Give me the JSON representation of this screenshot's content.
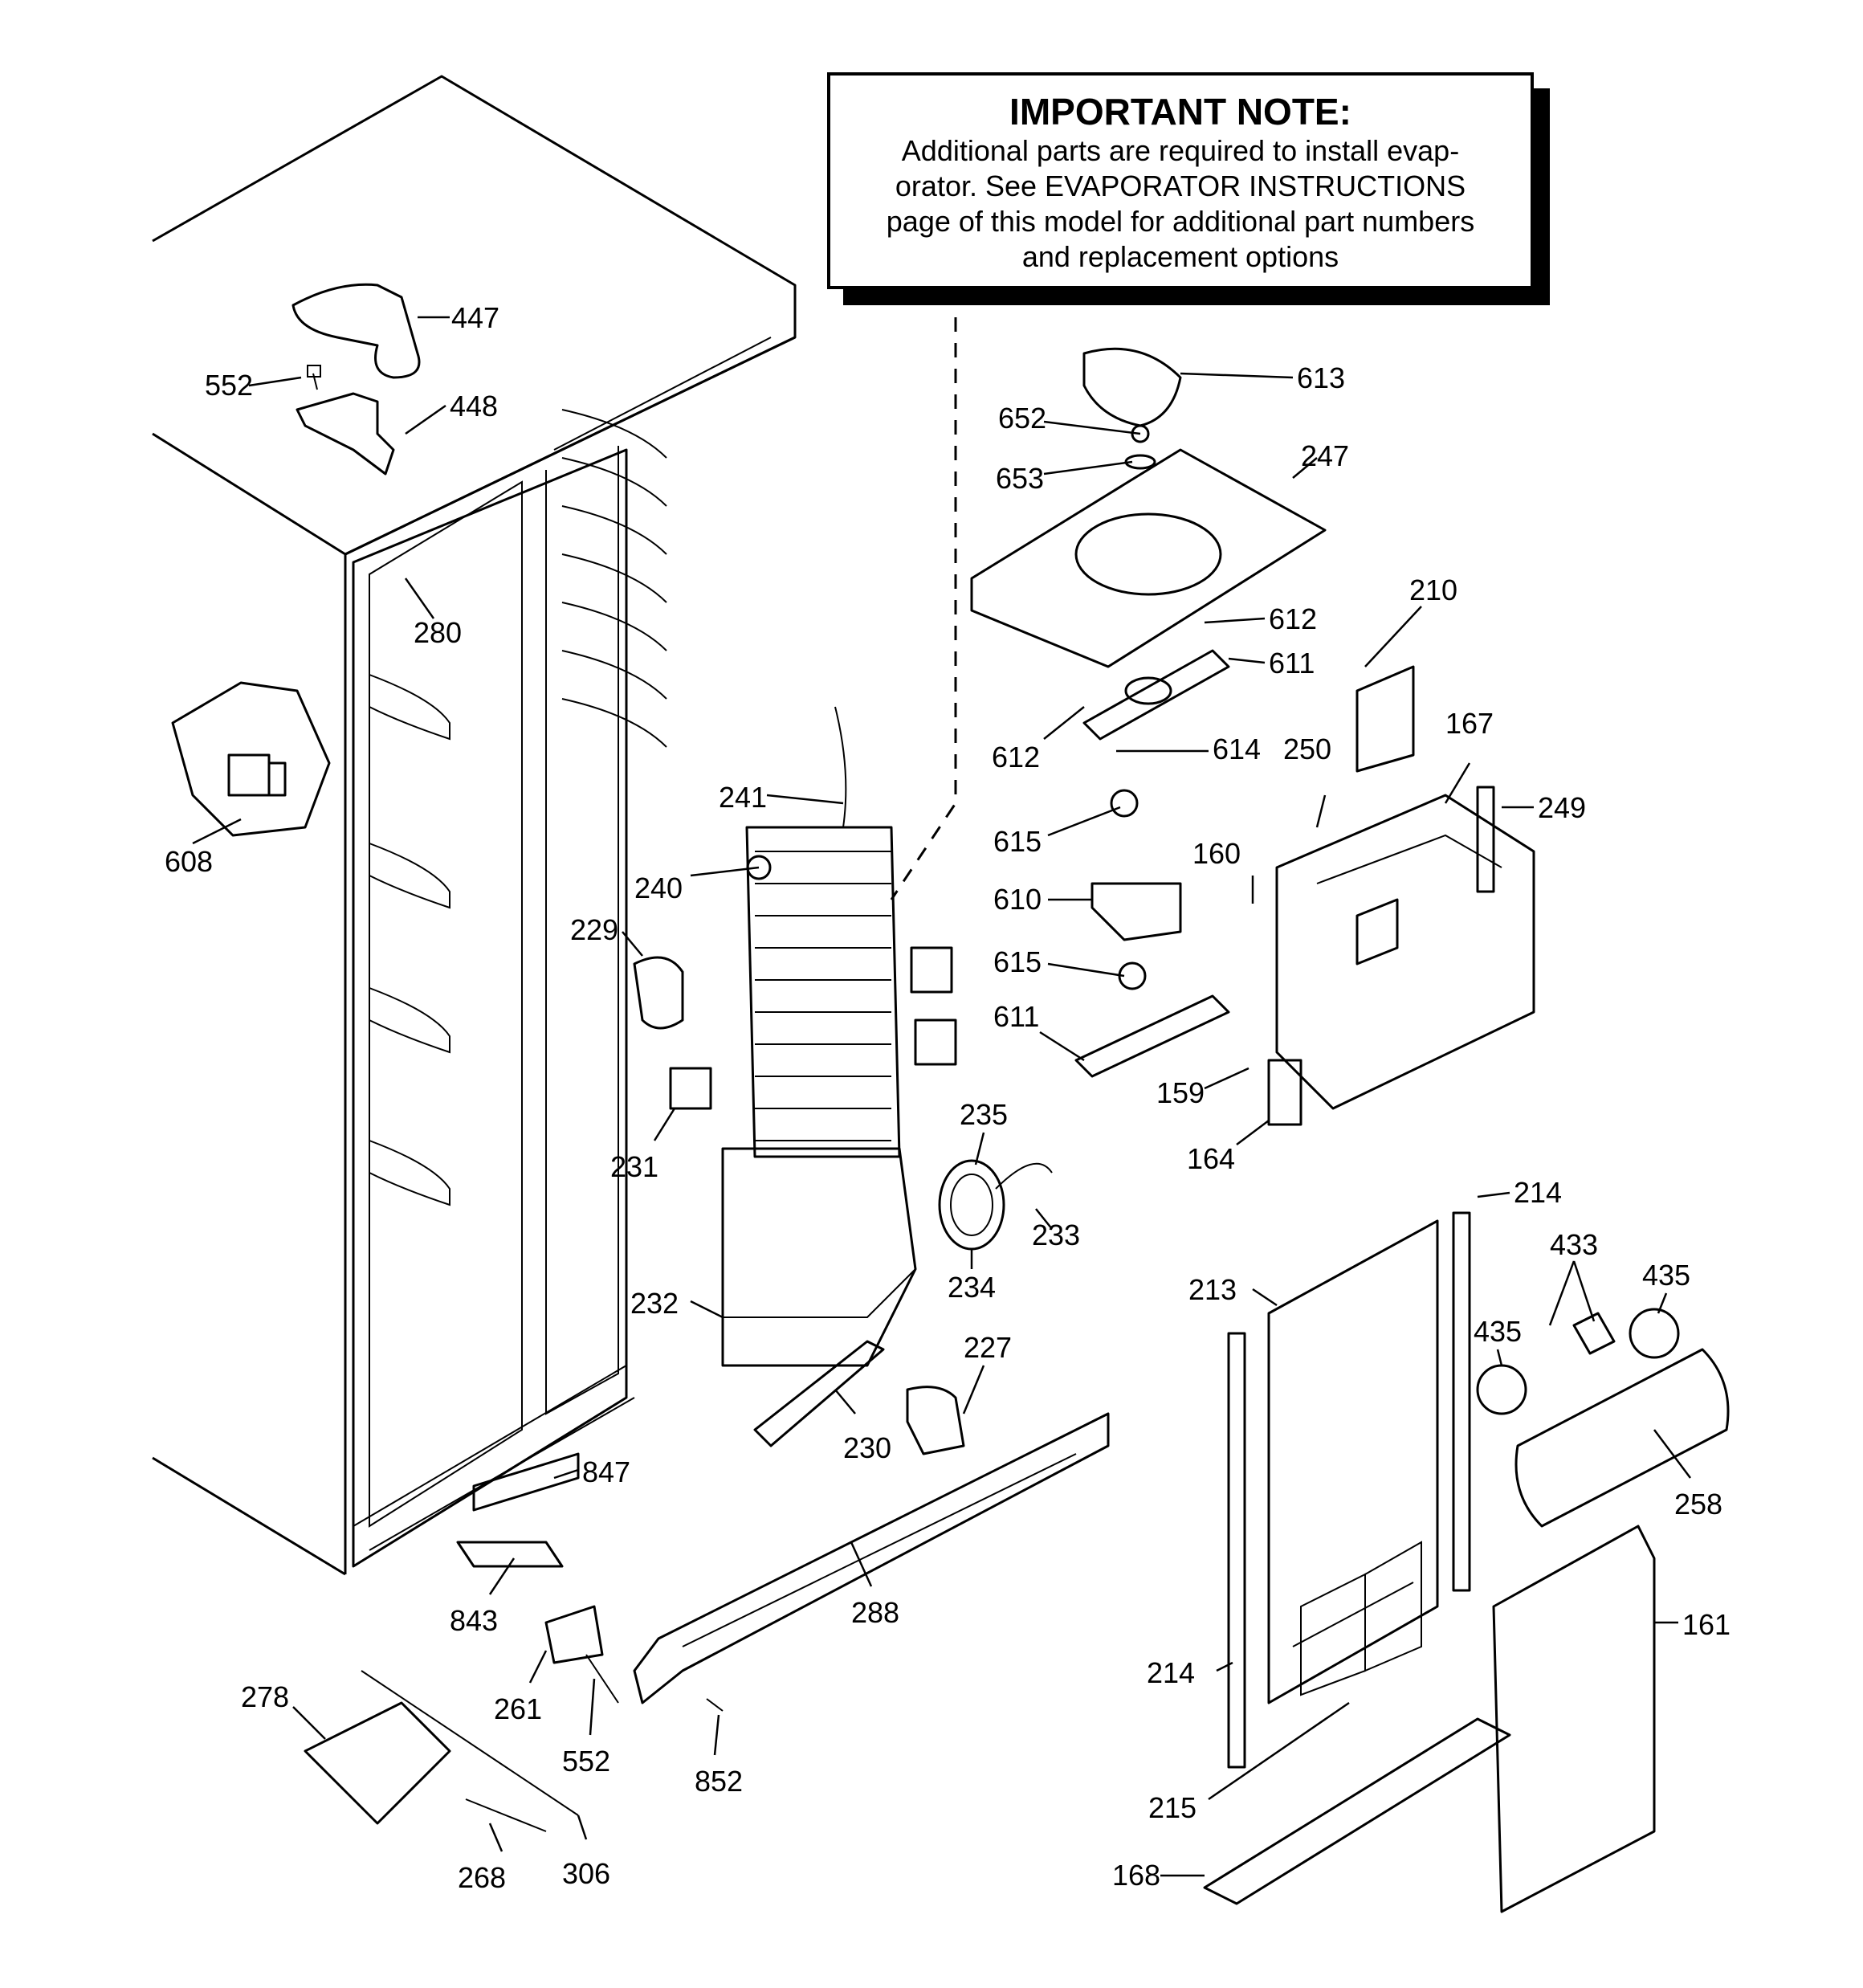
{
  "note": {
    "title": "IMPORTANT NOTE:",
    "lines": [
      "Additional parts are required to install evap-",
      "orator.  See EVAPORATOR INSTRUCTIONS",
      "page of this model for additional part numbers",
      "and replacement options"
    ]
  },
  "labels": [
    "447",
    "552",
    "448",
    "280",
    "608",
    "613",
    "652",
    "653",
    "247",
    "612",
    "611",
    "210",
    "612",
    "614",
    "167",
    "250",
    "249",
    "615",
    "160",
    "610",
    "615",
    "611",
    "159",
    "164",
    "241",
    "240",
    "229",
    "231",
    "232",
    "235",
    "233",
    "234",
    "230",
    "227",
    "214",
    "213",
    "433",
    "435",
    "435",
    "258",
    "847",
    "843",
    "288",
    "261",
    "552",
    "852",
    "278",
    "268",
    "306",
    "214",
    "215",
    "161",
    "168"
  ]
}
